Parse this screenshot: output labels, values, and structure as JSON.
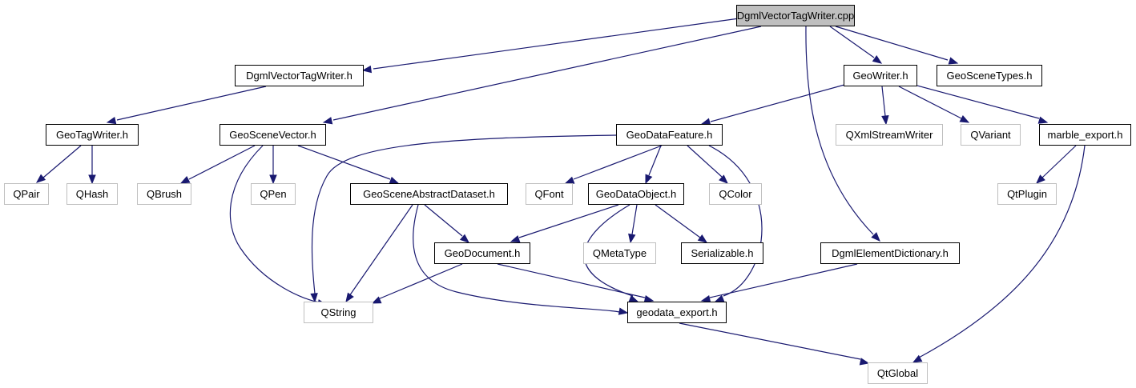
{
  "diagram": {
    "type": "include-dependency-graph",
    "edge_color": "#191970",
    "root_fill": "#bfbfbf",
    "external_border": "#bfbfbf",
    "nodes": [
      {
        "id": "cpp",
        "label": "DgmlVectorTagWriter.cpp",
        "kind": "root"
      },
      {
        "id": "dvtw_h",
        "label": "DgmlVectorTagWriter.h",
        "kind": "local"
      },
      {
        "id": "geowriter",
        "label": "GeoWriter.h",
        "kind": "local"
      },
      {
        "id": "geoscenetypes",
        "label": "GeoSceneTypes.h",
        "kind": "local"
      },
      {
        "id": "geotagwriter",
        "label": "GeoTagWriter.h",
        "kind": "local"
      },
      {
        "id": "geoscenevector",
        "label": "GeoSceneVector.h",
        "kind": "local"
      },
      {
        "id": "geodatafeature",
        "label": "GeoDataFeature.h",
        "kind": "local"
      },
      {
        "id": "qxmlstreamwriter",
        "label": "QXmlStreamWriter",
        "kind": "external"
      },
      {
        "id": "qvariant",
        "label": "QVariant",
        "kind": "external"
      },
      {
        "id": "marble_export",
        "label": "marble_export.h",
        "kind": "local"
      },
      {
        "id": "qpair",
        "label": "QPair",
        "kind": "external"
      },
      {
        "id": "qhash",
        "label": "QHash",
        "kind": "external"
      },
      {
        "id": "qbrush",
        "label": "QBrush",
        "kind": "external"
      },
      {
        "id": "qpen",
        "label": "QPen",
        "kind": "external"
      },
      {
        "id": "geosceneabstractdataset",
        "label": "GeoSceneAbstractDataset.h",
        "kind": "local"
      },
      {
        "id": "qfont",
        "label": "QFont",
        "kind": "external"
      },
      {
        "id": "geodataobject",
        "label": "GeoDataObject.h",
        "kind": "local"
      },
      {
        "id": "qcolor",
        "label": "QColor",
        "kind": "external"
      },
      {
        "id": "qtplugin",
        "label": "QtPlugin",
        "kind": "external"
      },
      {
        "id": "geodocument",
        "label": "GeoDocument.h",
        "kind": "local"
      },
      {
        "id": "qmetatype",
        "label": "QMetaType",
        "kind": "external"
      },
      {
        "id": "serializable",
        "label": "Serializable.h",
        "kind": "local"
      },
      {
        "id": "dgmlelementdictionary",
        "label": "DgmlElementDictionary.h",
        "kind": "local"
      },
      {
        "id": "qstring",
        "label": "QString",
        "kind": "external"
      },
      {
        "id": "geodata_export",
        "label": "geodata_export.h",
        "kind": "local"
      },
      {
        "id": "qtglobal",
        "label": "QtGlobal",
        "kind": "external"
      }
    ],
    "edges": [
      [
        "cpp",
        "dvtw_h"
      ],
      [
        "cpp",
        "geoscenevector"
      ],
      [
        "cpp",
        "geowriter"
      ],
      [
        "cpp",
        "geoscenetypes"
      ],
      [
        "cpp",
        "dgmlelementdictionary"
      ],
      [
        "dvtw_h",
        "geotagwriter"
      ],
      [
        "geotagwriter",
        "qpair"
      ],
      [
        "geotagwriter",
        "qhash"
      ],
      [
        "geoscenevector",
        "qbrush"
      ],
      [
        "geoscenevector",
        "qpen"
      ],
      [
        "geoscenevector",
        "qstring"
      ],
      [
        "geoscenevector",
        "geosceneabstractdataset"
      ],
      [
        "geowriter",
        "geodatafeature"
      ],
      [
        "geowriter",
        "qxmlstreamwriter"
      ],
      [
        "geowriter",
        "qvariant"
      ],
      [
        "geowriter",
        "marble_export"
      ],
      [
        "geodatafeature",
        "qstring"
      ],
      [
        "geodatafeature",
        "qfont"
      ],
      [
        "geodatafeature",
        "geodataobject"
      ],
      [
        "geodatafeature",
        "qcolor"
      ],
      [
        "geodatafeature",
        "geodata_export"
      ],
      [
        "geosceneabstractdataset",
        "geodocument"
      ],
      [
        "geosceneabstractdataset",
        "qstring"
      ],
      [
        "geosceneabstractdataset",
        "geodata_export"
      ],
      [
        "geodataobject",
        "geodocument"
      ],
      [
        "geodataobject",
        "qmetatype"
      ],
      [
        "geodataobject",
        "serializable"
      ],
      [
        "geodataobject",
        "geodata_export"
      ],
      [
        "geodocument",
        "qstring"
      ],
      [
        "geodocument",
        "geodata_export"
      ],
      [
        "marble_export",
        "qtplugin"
      ],
      [
        "marble_export",
        "qtglobal"
      ],
      [
        "dgmlelementdictionary",
        "geodata_export"
      ],
      [
        "geodata_export",
        "qtglobal"
      ]
    ]
  }
}
